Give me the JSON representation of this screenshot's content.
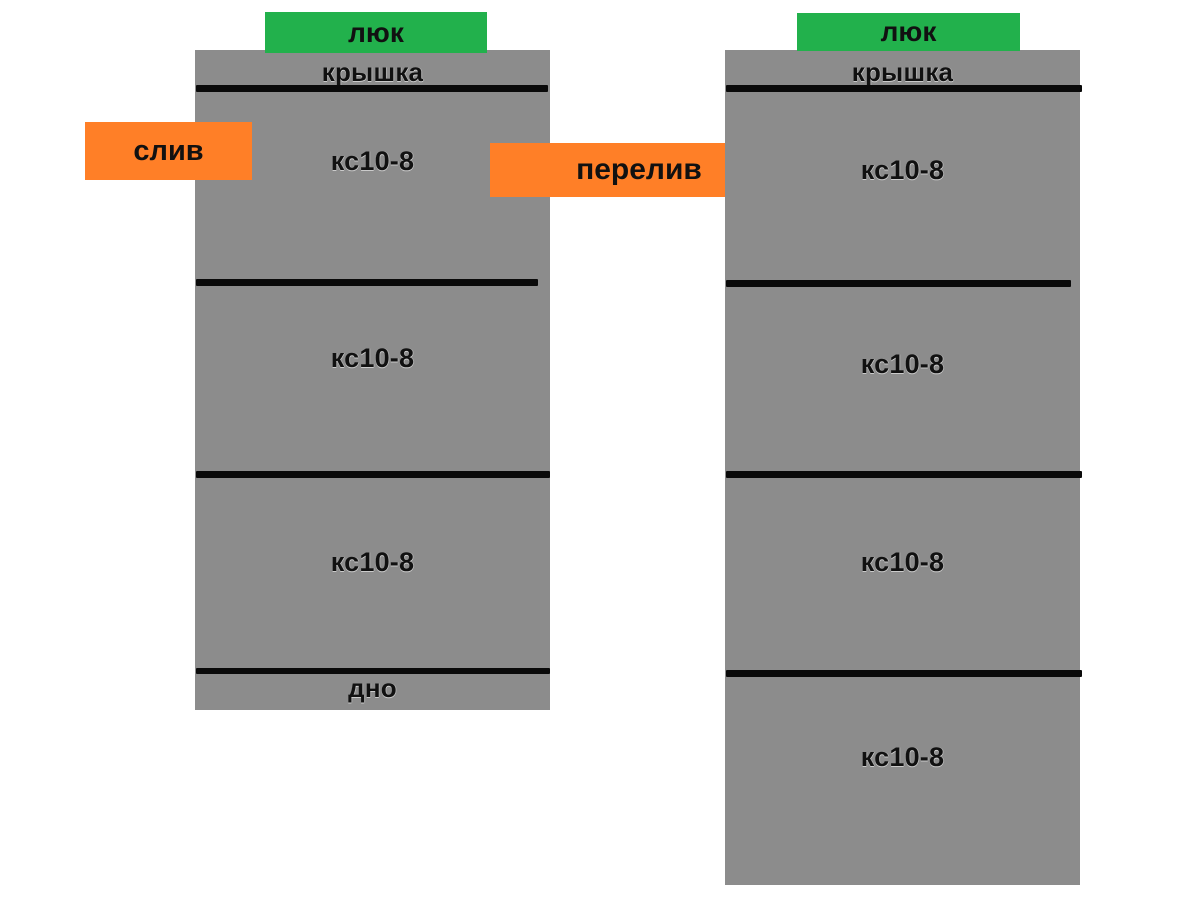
{
  "colors": {
    "background": "#ffffff",
    "tank_body": "#8c8c8c",
    "divider": "#0a0a0a",
    "hatch_green": "#22b14c",
    "pipe_orange": "#ff7f27",
    "text": "#111111"
  },
  "diagram": {
    "type": "sectional-septic-tank-scheme",
    "tanks": [
      {
        "id": "left-tank",
        "role": "first-chamber",
        "hatch": {
          "label": "люк"
        },
        "cap": {
          "label": "крышка"
        },
        "rings": [
          {
            "label": "кс10-8"
          },
          {
            "label": "кс10-8"
          },
          {
            "label": "кс10-8"
          }
        ],
        "bottom": {
          "label": "дно"
        }
      },
      {
        "id": "right-tank",
        "role": "second-chamber",
        "hatch": {
          "label": "люк"
        },
        "cap": {
          "label": "крышка"
        },
        "rings": [
          {
            "label": "кс10-8"
          },
          {
            "label": "кс10-8"
          },
          {
            "label": "кс10-8"
          },
          {
            "label": "кс10-8"
          }
        ],
        "bottom": {
          "label": ""
        }
      }
    ],
    "pipes": [
      {
        "id": "drain",
        "label": "слив"
      },
      {
        "id": "overflow",
        "label": "перелив"
      }
    ]
  }
}
